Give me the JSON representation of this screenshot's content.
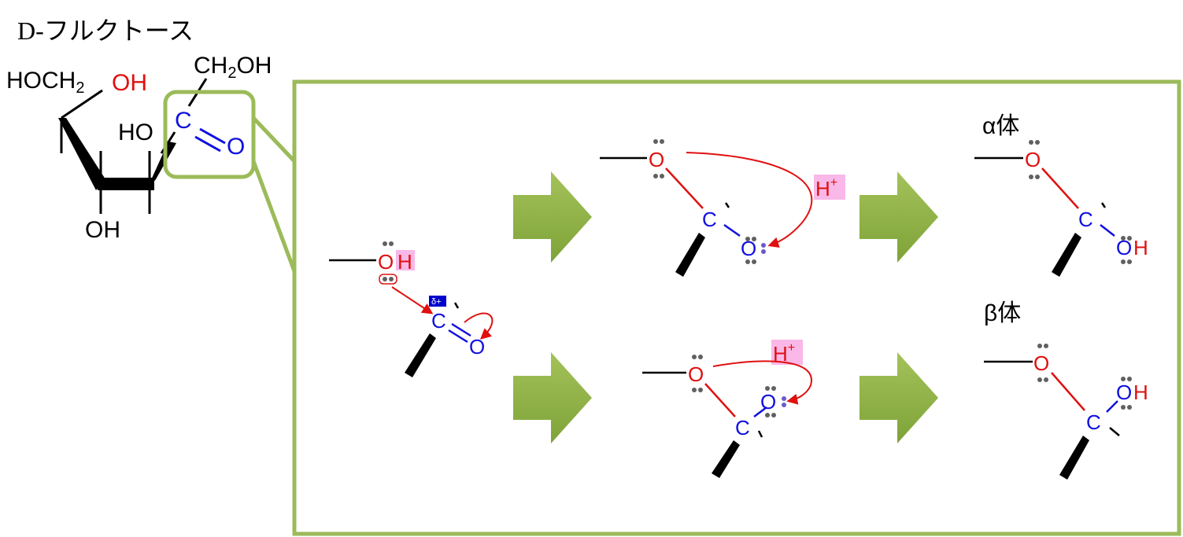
{
  "title": "D-フルクトース",
  "colors": {
    "frame": "#9bbb59",
    "arrow_fill": "#8cb03c",
    "carbonyl": "#1010e0",
    "oxygen": "#e01010",
    "curved_arrow": "#e01010",
    "highlight": "#f9b8e8",
    "lone_pair": "#606060",
    "delta_badge": "#0000cc"
  },
  "fructose": {
    "hoch2": "HOCH",
    "hoch2_sub": "2",
    "oh_red": "OH",
    "ch2oh": "CH",
    "ch2oh_sub": "2",
    "ch2oh_tail": "OH",
    "ho": "HO",
    "oh_bottom": "OH",
    "c": "C",
    "o": "O"
  },
  "panel": {
    "start": {
      "o": "O",
      "h": "H",
      "c": "C",
      "o2": "O",
      "delta": "δ+"
    },
    "top_mid": {
      "o": "O",
      "c": "C",
      "o2": "O",
      "h_plus": "H",
      "h_plus_sup": "+"
    },
    "bottom_mid": {
      "o": "O",
      "c": "C",
      "o2": "O",
      "h_plus": "H",
      "h_plus_sup": "+"
    },
    "alpha": {
      "label": "α体",
      "o": "O",
      "c": "C",
      "o2": "O",
      "h": "H"
    },
    "beta": {
      "label": "β体",
      "o": "O",
      "c": "C",
      "o2": "O",
      "h": "H"
    }
  }
}
